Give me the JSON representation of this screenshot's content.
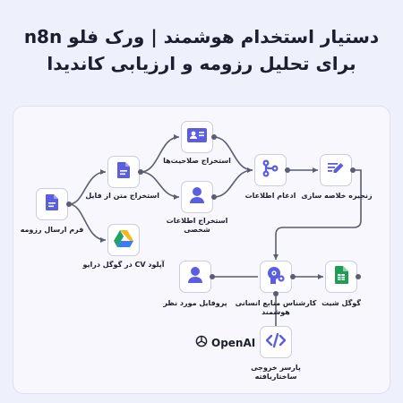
{
  "title": {
    "line1": "دستیار استخدام هوشمند | ورک فلو n8n",
    "line2": "برای تحلیل رزومه و ارزیابی کاندیدا"
  },
  "nodes": {
    "form": "فرم ارسال رزومه",
    "extract_text": "استخراج متن از فایل",
    "upload_cv": "آپلود CV در گوگل درایو",
    "extract_skills": "استخراج صلاحیت‌ها",
    "extract_personal": [
      "استخراج اطلاعات",
      "شخصی"
    ],
    "merge": "ادغام اطلاعات",
    "summary_chain": "زنجیره خلاصه سازی",
    "profile": "پروفایل مورد نظر",
    "hr_expert": [
      "کارشناس منابع انسانی",
      "هوشمند"
    ],
    "google_sheet": "گوگل شیت",
    "output_parser": [
      "پارسر خروجی",
      "ساختاریافته"
    ]
  },
  "openai_label": "OpenAI",
  "colors": {
    "accent": "#5b5ee0",
    "drive_green": "#21a464",
    "drive_yellow": "#f5b916",
    "drive_blue": "#3a7cf1",
    "sheets_green": "#1f9d55",
    "wire": "#5a5d73"
  }
}
